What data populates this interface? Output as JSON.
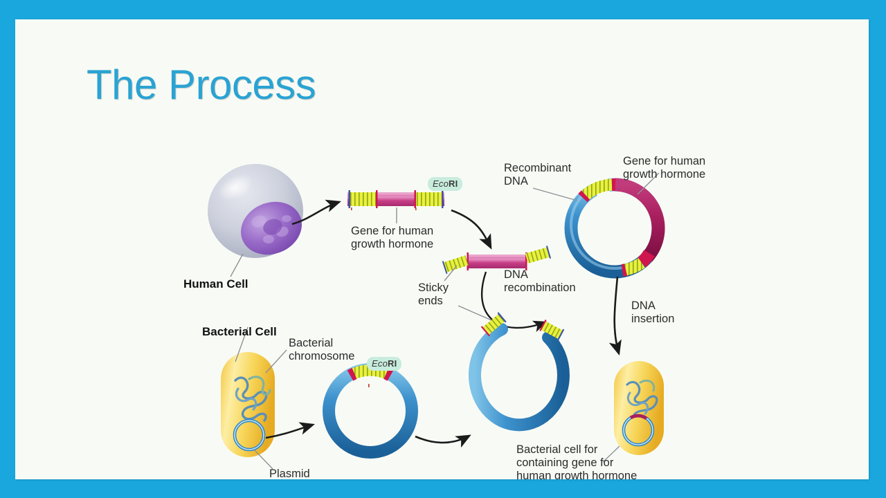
{
  "slide": {
    "title": "The Process",
    "title_color": "#2aa3d3",
    "border_color": "#1aa7dd",
    "canvas_color": "#f8fbf5"
  },
  "diagram": {
    "name": "recombinant-dna-technology-process",
    "labels": {
      "human_cell": "Human Cell",
      "gene_human_growth_hormone_top": "Gene for human\ngrowth hormone",
      "ecori_top": {
        "italic": "Eco",
        "upright": "RI"
      },
      "recombinant_dna": "Recombinant\nDNA",
      "gene_human_growth_hormone_plasmid": "Gene for human\ngrowth hormone",
      "sticky_ends": "Sticky\nends",
      "dna_recombination": "DNA\nrecombination",
      "dna_insertion": "DNA\ninsertion",
      "bacterial_cell": "Bacterial Cell",
      "bacterial_chromosome": "Bacterial\nchromosome",
      "ecori_plasmid": {
        "italic": "Eco",
        "upright": "RI"
      },
      "plasmid": "Plasmid",
      "final_cell_caption": "Bacterial cell for\ncontaining gene for\nhuman growth hormone"
    },
    "colors": {
      "cell_membrane": "#c6c9d6",
      "nucleus": "#8d5fc0",
      "gene_bar": "#cf4d92",
      "recombinant_arc": "#a81f5e",
      "plasmid_blue": "#2c7fc0",
      "bacteria_yellow": "#f6cf48",
      "sticky_end_yellow": "#e8f03c",
      "ecori_badge": "#c8ecdd",
      "arrow": "#1b1b1b",
      "leader_line": "#8d9196"
    }
  }
}
